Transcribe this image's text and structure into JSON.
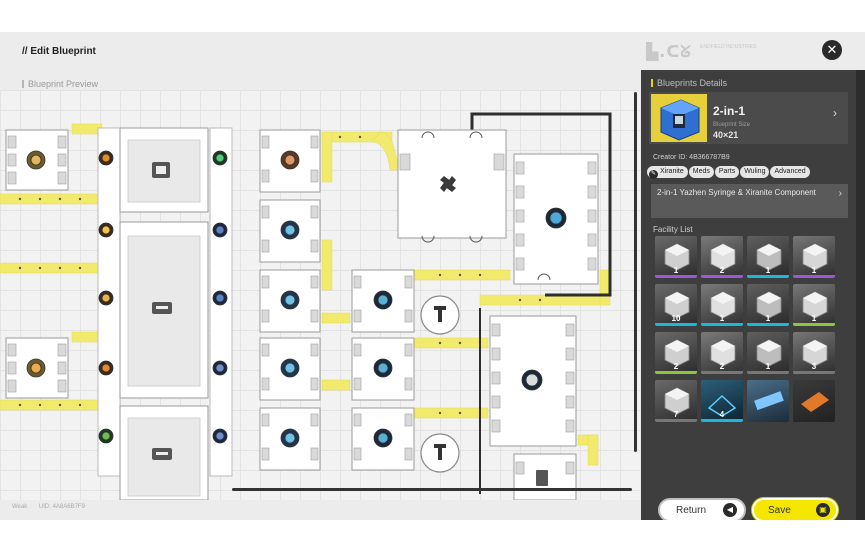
{
  "header": {
    "title": "// Edit Blueprint",
    "logo": "▙.ᑕᘜ",
    "logo_sub": "ENDFIELD INDUSTRIES"
  },
  "preview": {
    "label": "Blueprint Preview"
  },
  "footer": {
    "signal": "Weak",
    "uid": "UID: 4A8A6B7F9"
  },
  "panel": {
    "header": "Blueprints Details",
    "blueprint": {
      "name": "2-in-1",
      "size_label": "Blueprint Size",
      "size": "40×21"
    },
    "creator": "Creator ID: 4B366787B9",
    "tags": [
      "Xiranite",
      "Meds",
      "Parts",
      "Wuling",
      "Advanced"
    ],
    "description": "2-in-1 Yazhen Syringe & Xiranite Component",
    "facility_label": "Facility List",
    "facilities": [
      {
        "name": "refining-unit",
        "count": "1",
        "bar": "#9b59d6"
      },
      {
        "name": "shredding-unit",
        "count": "2",
        "bar": "#9b59d6"
      },
      {
        "name": "fitting-unit",
        "count": "1",
        "bar": "#1fb7d9"
      },
      {
        "name": "moulding-unit",
        "count": "1",
        "bar": "#9b59d6"
      },
      {
        "name": "filling-unit",
        "count": "10",
        "bar": "#1fb7d9"
      },
      {
        "name": "gearing-unit",
        "count": "1",
        "bar": "#1fb7d9"
      },
      {
        "name": "packaging-unit",
        "count": "1",
        "bar": "#1fb7d9"
      },
      {
        "name": "grinding-unit",
        "count": "1",
        "bar": "#8cc63f"
      },
      {
        "name": "planting-unit",
        "count": "2",
        "bar": "#8cc63f"
      },
      {
        "name": "seed-picking-unit",
        "count": "2",
        "bar": "#777777"
      },
      {
        "name": "protocol-stash",
        "count": "1",
        "bar": "#777777"
      },
      {
        "name": "depot-unloader",
        "count": "3",
        "bar": "#777777"
      },
      {
        "name": "power-pylon",
        "count": "7",
        "bar": "#777777"
      },
      {
        "name": "relay-tower",
        "count": "4",
        "bar": "#1fb7d9"
      },
      {
        "name": "conveyor-bridge",
        "count": "",
        "bar": ""
      },
      {
        "name": "splitter-plate",
        "count": "",
        "bar": ""
      }
    ]
  },
  "actions": {
    "return_label": "Return",
    "save_label": "Save"
  },
  "colors": {
    "belt": "#f2ea6c",
    "accent": "#f5e600",
    "panel_bg": "#3e3e3e"
  }
}
